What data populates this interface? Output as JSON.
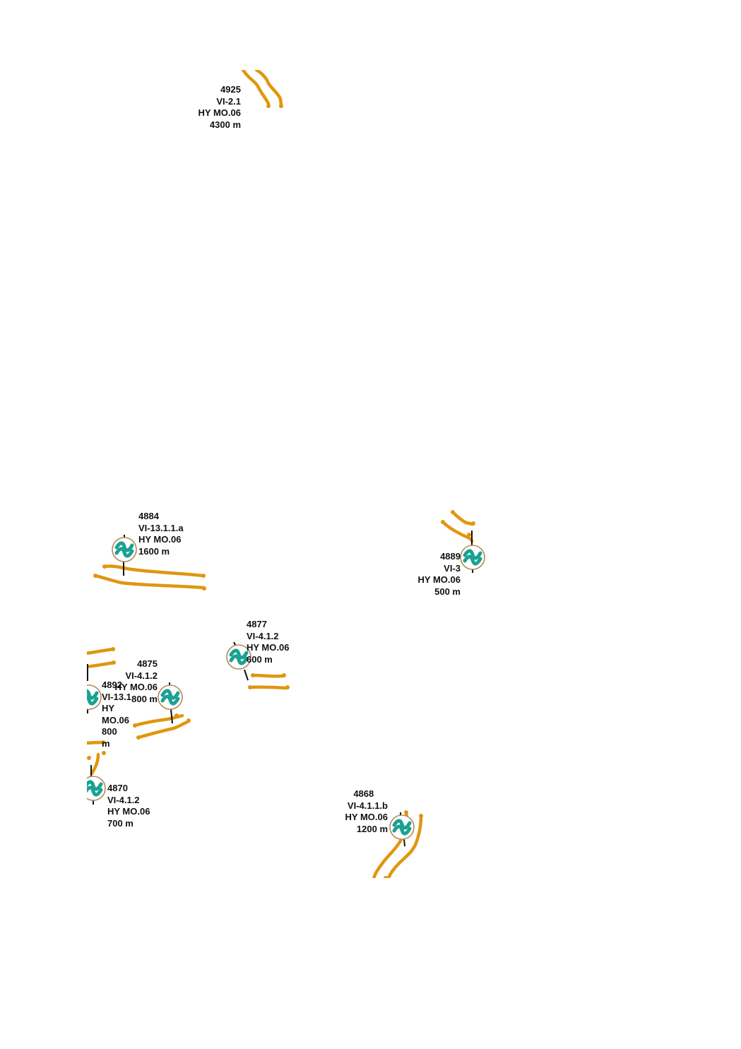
{
  "colors": {
    "pipeline": "#e0960f",
    "symbol_ring": "#b08a5a",
    "symbol_wave": "#1aa192",
    "text": "#111111"
  },
  "symbol_icon": "water-station-icon",
  "stations": [
    {
      "id": "4925",
      "code": "VI-2.1",
      "type": "HY MO.06",
      "length": "4300 m"
    },
    {
      "id": "4884",
      "code": "VI-13.1.1.a",
      "type": "HY MO.06",
      "length": "1600 m"
    },
    {
      "id": "4889",
      "code": "VI-3",
      "type": "HY MO.06",
      "length": "500 m"
    },
    {
      "id": "4877",
      "code": "VI-4.1.2",
      "type": "HY MO.06",
      "length": "600 m"
    },
    {
      "id": "4875",
      "code": "VI-4.1.2",
      "type": "HY MO.06",
      "length": "800 m"
    },
    {
      "id": "4892",
      "code": "VI-13.1",
      "type_line1": "HY",
      "type_line2": "MO.06",
      "length_line1": "800",
      "length_line2": "m"
    },
    {
      "id": "4870",
      "code": "VI-4.1.2",
      "type": "HY MO.06",
      "length": "700 m"
    },
    {
      "id": "4868",
      "code": "VI-4.1.1.b",
      "type": "HY MO.06",
      "length": "1200 m"
    }
  ]
}
